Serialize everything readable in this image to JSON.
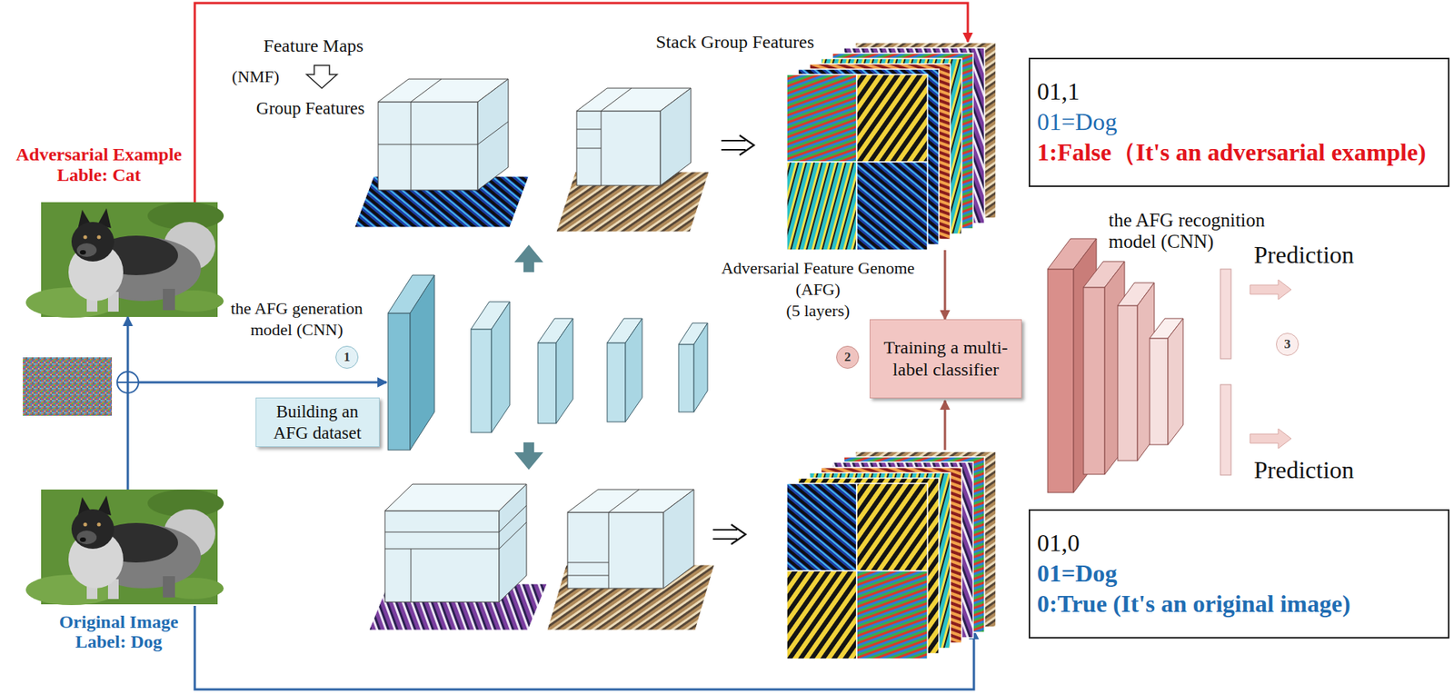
{
  "diagram": {
    "nodes": [
      {
        "text": [
          "Adversarial Example",
          "Lable: Cat"
        ]
      },
      {
        "text": [
          "Stack Group Features"
        ]
      },
      {
        "text": [
          "01,1",
          "01=Dog",
          "1:False（It's an adversarial example)"
        ]
      },
      {
        "text": [
          "1"
        ]
      },
      {
        "text": [
          "Building an AFG dataset"
        ]
      },
      {
        "text": [
          "2"
        ]
      },
      {
        "text": [
          "Training a multi- label classifier"
        ]
      },
      {
        "text": [
          "3"
        ]
      },
      {
        "text": [
          "Original Image",
          "Label: Dog"
        ]
      },
      {
        "text": [
          "01,0",
          "01=Dog",
          "0:True (It's an original image)"
        ]
      }
    ],
    "edges": [
      {
        "from": 8,
        "to": 0,
        "arrow": "to"
      },
      {
        "from": 0,
        "to": 1,
        "arrow": "to"
      },
      {
        "from": 1,
        "to": 6,
        "arrow": "to"
      }
    ],
    "labels": [
      "Feature Maps",
      "(NMF)",
      "Group Features",
      "the AFG generation",
      "model (CNN)",
      "Adversarial Feature Genome",
      "(AFG)",
      "(5 layers)",
      "the AFG recognition",
      "model (CNN)",
      "Prediction",
      "Prediction"
    ]
  }
}
